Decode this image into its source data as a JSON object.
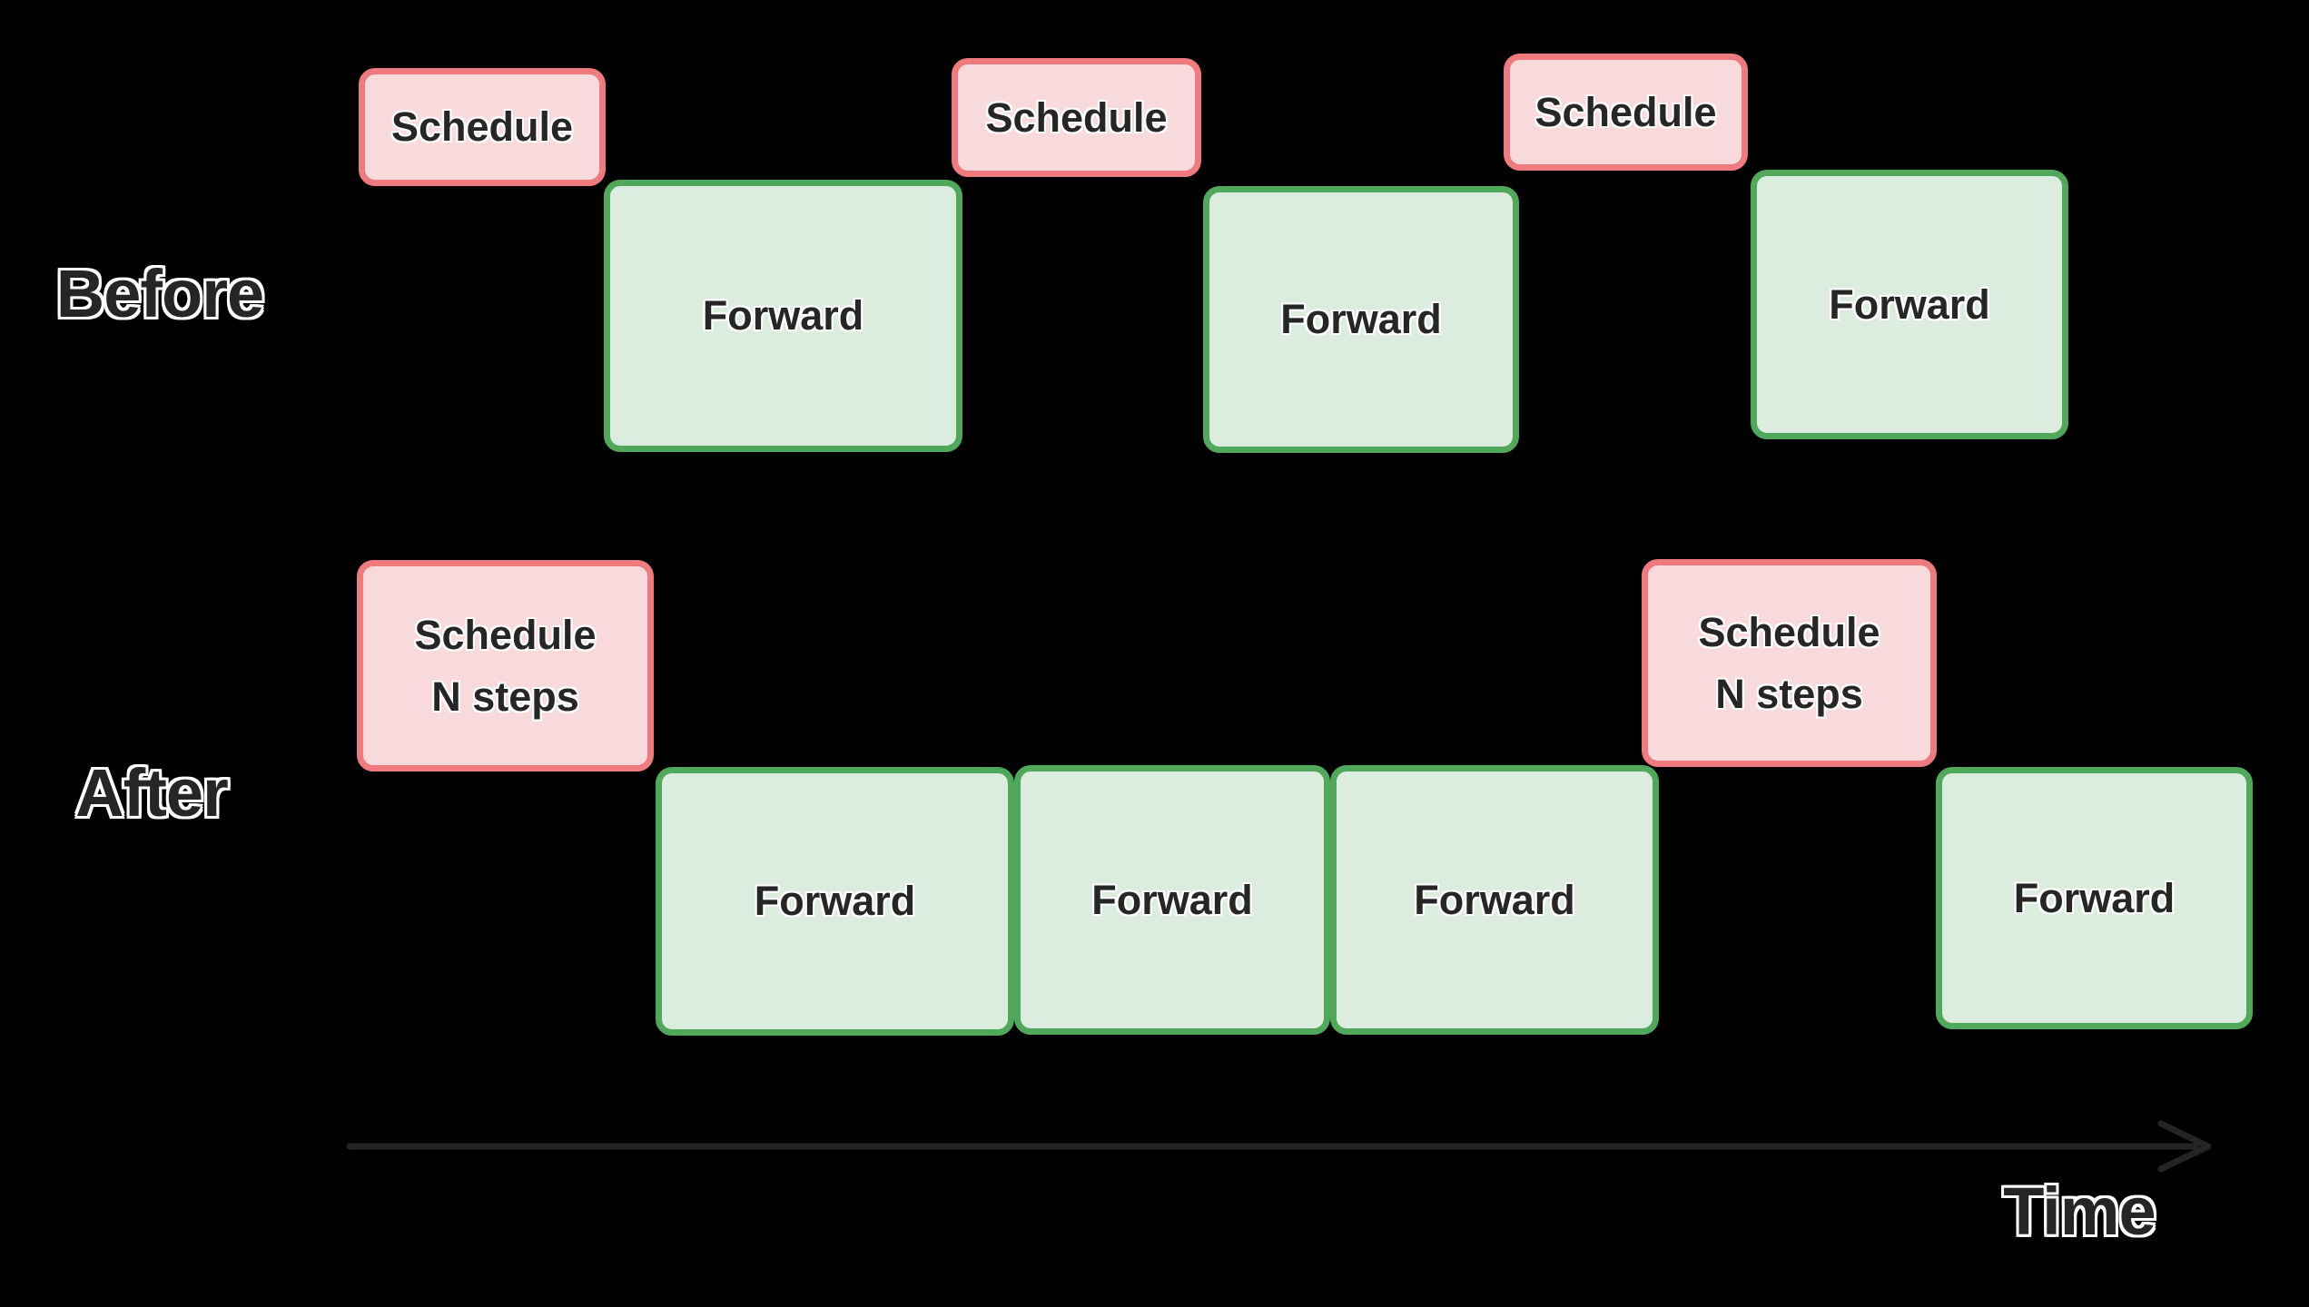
{
  "rows": [
    {
      "label": "Before",
      "boxes": [
        {
          "kind": "schedule",
          "label": "Schedule"
        },
        {
          "kind": "forward",
          "label": "Forward"
        },
        {
          "kind": "schedule",
          "label": "Schedule"
        },
        {
          "kind": "forward",
          "label": "Forward"
        },
        {
          "kind": "schedule",
          "label": "Schedule"
        },
        {
          "kind": "forward",
          "label": "Forward"
        }
      ]
    },
    {
      "label": "After",
      "boxes": [
        {
          "kind": "schedule",
          "label": "Schedule\nN steps"
        },
        {
          "kind": "forward",
          "label": "Forward"
        },
        {
          "kind": "forward",
          "label": "Forward"
        },
        {
          "kind": "forward",
          "label": "Forward"
        },
        {
          "kind": "schedule",
          "label": "Schedule\nN steps"
        },
        {
          "kind": "forward",
          "label": "Forward"
        }
      ]
    }
  ],
  "axis": {
    "label": "Time"
  },
  "colors": {
    "background": "#000000",
    "schedule_fill": "#f8dadd",
    "schedule_border": "#f07b7e",
    "forward_fill": "#dcecdf",
    "forward_border": "#50a85a",
    "box_text": "#262626",
    "label_outline": "#ffffff",
    "axis_line": "#242424"
  }
}
